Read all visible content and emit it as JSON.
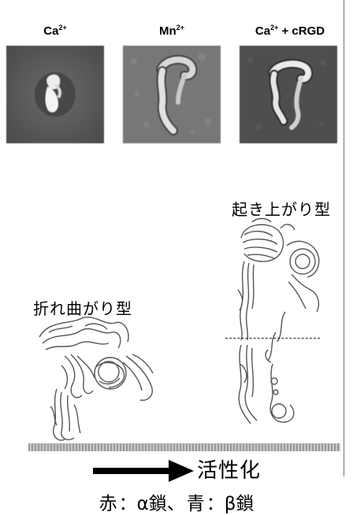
{
  "panels": [
    {
      "label_base": "Ca",
      "label_sup": "2+",
      "label_suffix": ""
    },
    {
      "label_base": "Mn",
      "label_sup": "2+",
      "label_suffix": ""
    },
    {
      "label_base": "Ca",
      "label_sup": "2+",
      "label_suffix": " + cRGD"
    }
  ],
  "bent_label": "折れ曲がり型",
  "extended_label": "起き上がり型",
  "activation_label": "活性化",
  "caption": {
    "red": "赤",
    "alpha_chain": "：α鎖、",
    "blue": "青",
    "beta_chain": "：β鎖"
  }
}
